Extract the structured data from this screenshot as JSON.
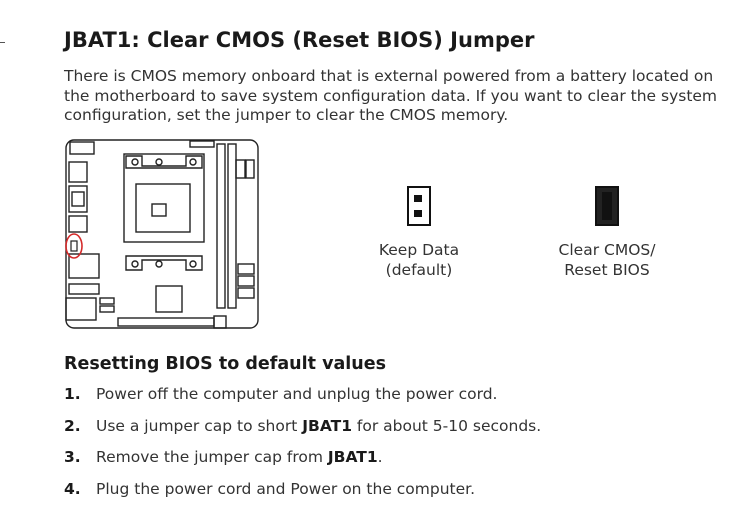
{
  "document": {
    "title": "JBAT1: Clear CMOS (Reset BIOS) Jumper",
    "intro": "There is CMOS memory onboard that is external powered from a battery located on the motherboard to save system configuration data. If you want to clear the system configuration, set the jumper to clear the CMOS memory."
  },
  "jumpers": [
    {
      "label_line1": "Keep Data",
      "label_line2": "(default)",
      "state": "open"
    },
    {
      "label_line1": "Clear CMOS/",
      "label_line2": "Reset BIOS",
      "state": "shorted"
    }
  ],
  "section": {
    "heading": "Resetting BIOS to default values",
    "steps": [
      {
        "num": "1.",
        "before": "Power off the computer and unplug the power cord.",
        "bold": "",
        "after": ""
      },
      {
        "num": "2.",
        "before": "Use a jumper cap to short ",
        "bold": "JBAT1",
        "after": " for about 5-10 seconds."
      },
      {
        "num": "3.",
        "before": "Remove the jumper cap from ",
        "bold": "JBAT1",
        "after": "."
      },
      {
        "num": "4.",
        "before": "Plug the power cord and Power on the computer.",
        "bold": "",
        "after": ""
      }
    ]
  },
  "colors": {
    "highlight": "#d42a2a",
    "ink": "#222222"
  },
  "icons": {
    "board": "motherboard-diagram-icon",
    "jumper": "jumper-pins-icon"
  }
}
